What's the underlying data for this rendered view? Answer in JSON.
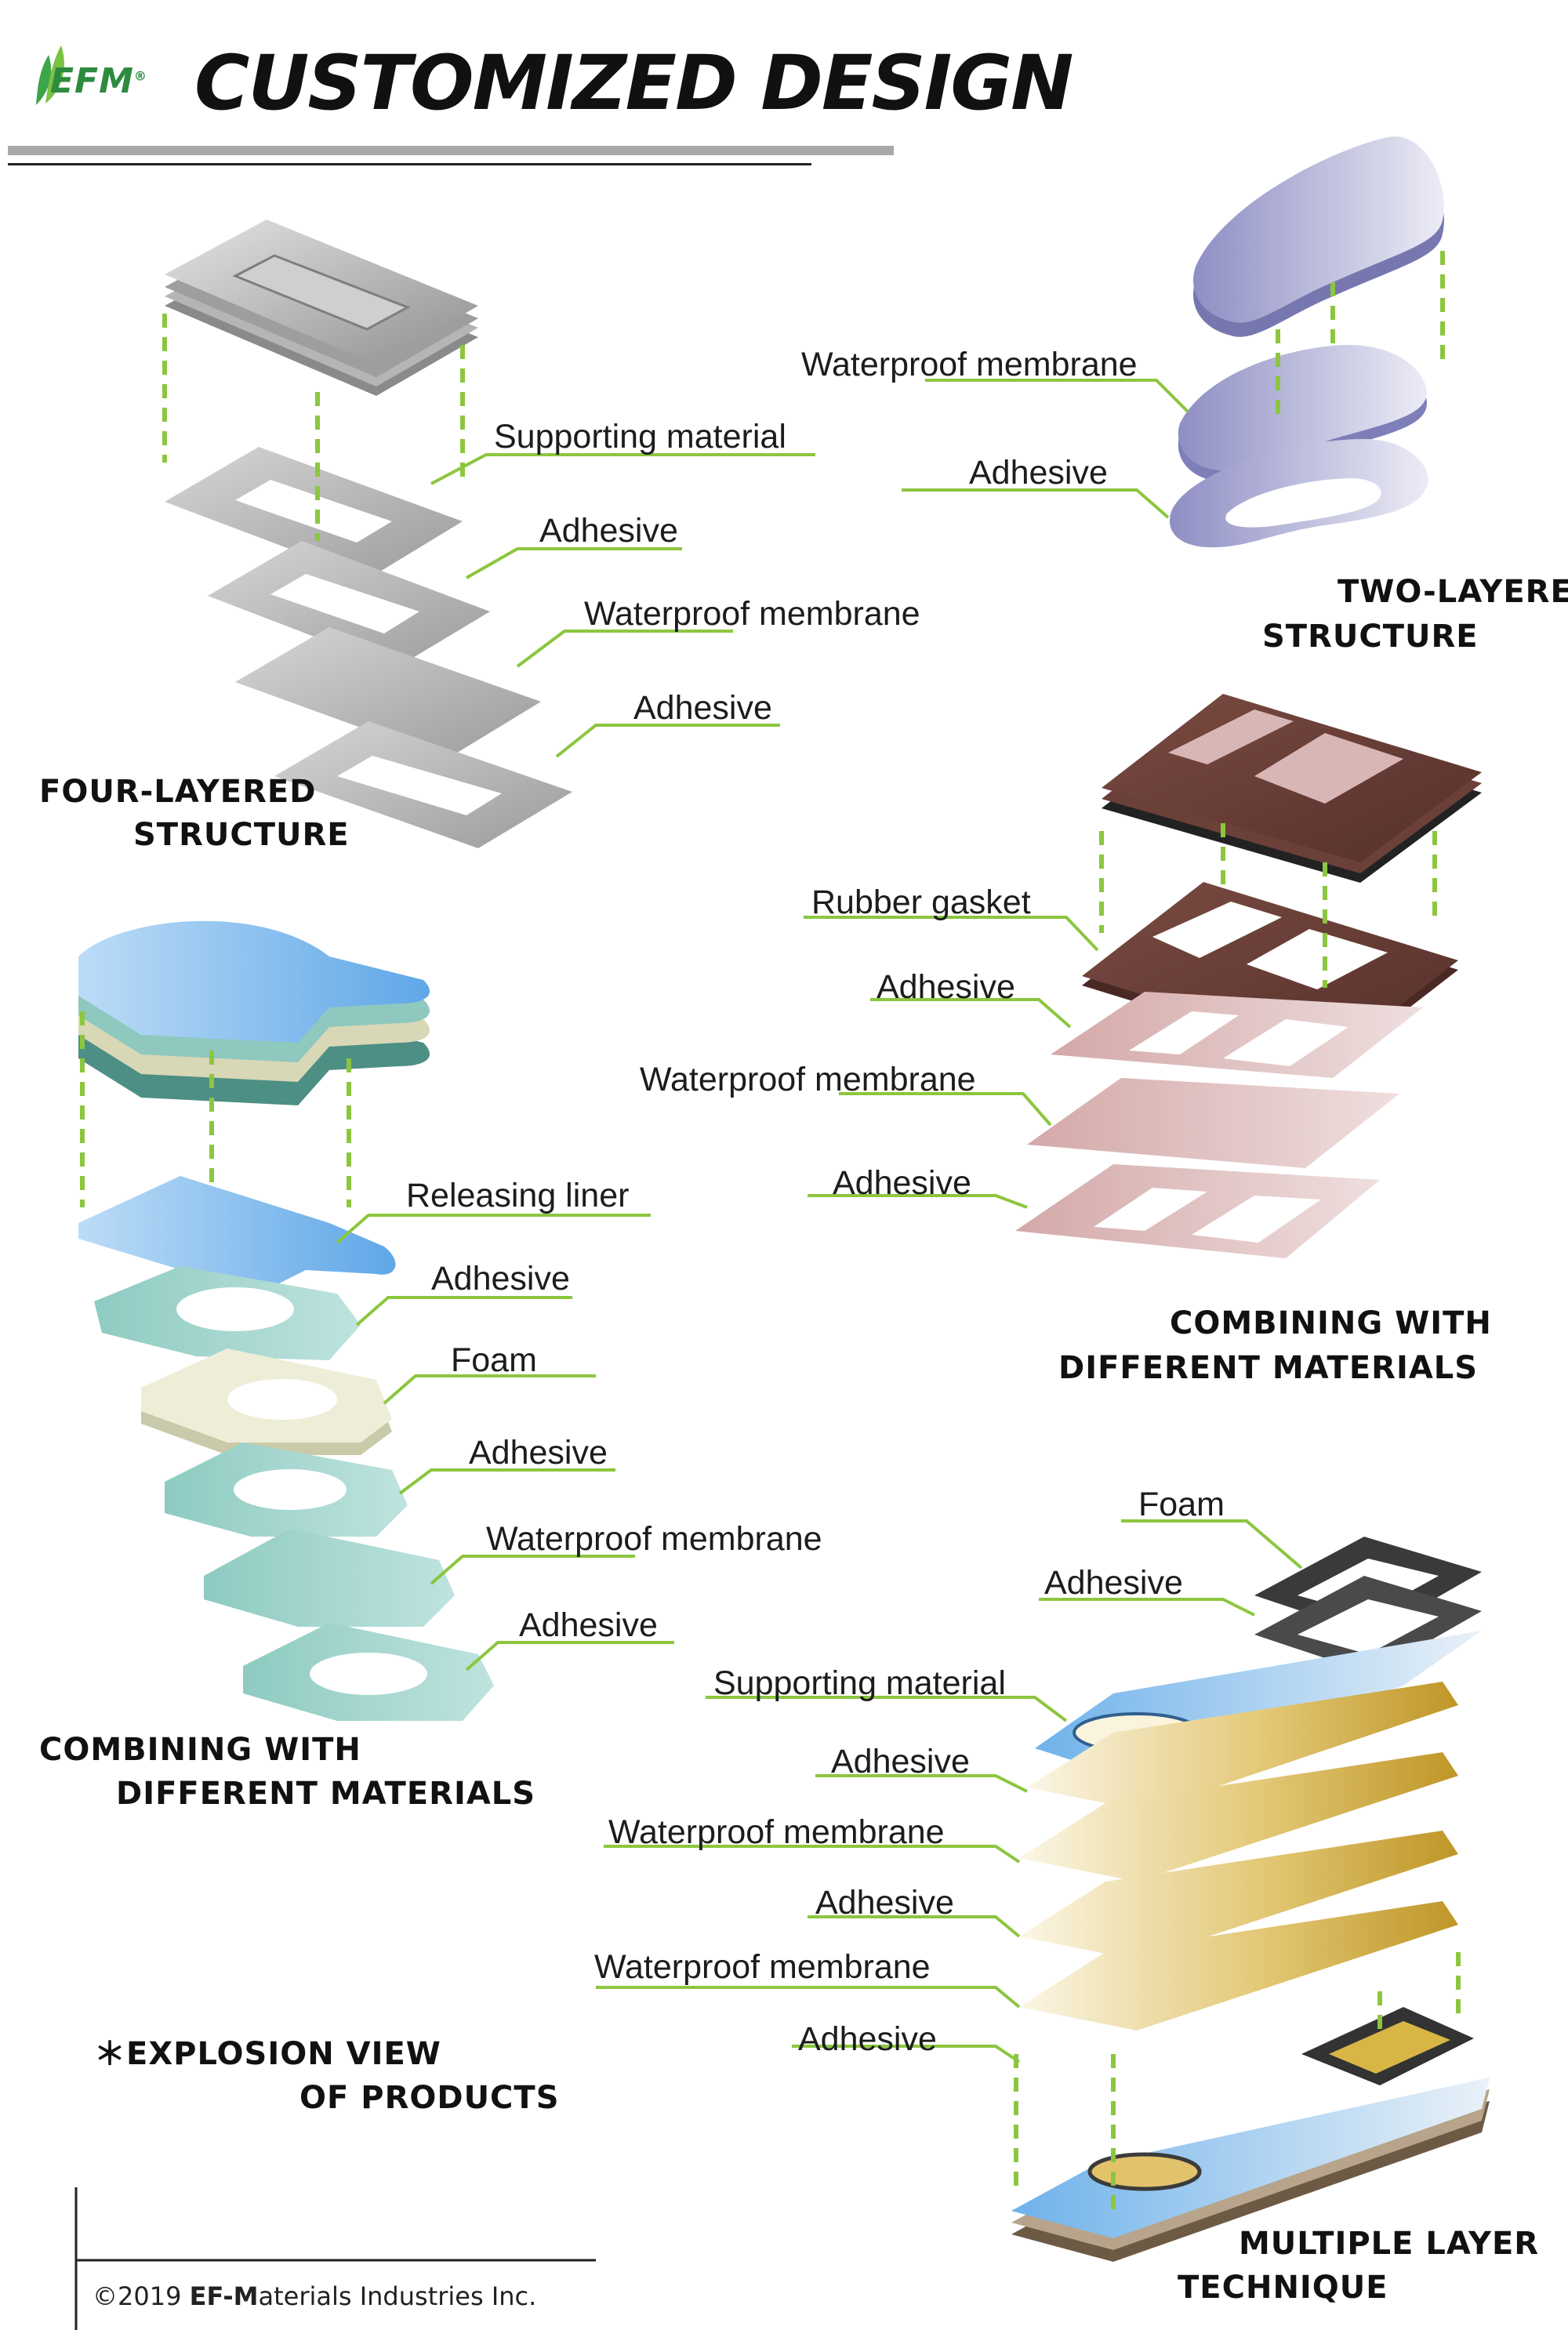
{
  "header": {
    "logo_text": "EFM",
    "registered_mark": "®",
    "title": "CUSTOMIZED DESIGN"
  },
  "colors": {
    "leader_line": "#8cc63f",
    "four_layer_gray": "#a9a9a9",
    "two_layer_purple": "#9a9acb",
    "rubber_brown": "#6b4038",
    "membrane_pink": "#d9b3b3",
    "liner_blue": "#6aafea",
    "adhesive_teal": "#9fd0c9",
    "foam_cream": "#e9ead0",
    "gold": "#c8a02f"
  },
  "sections": {
    "four_layer": {
      "heading_line1": "FOUR-LAYERED",
      "heading_line2": "STRUCTURE",
      "labels": [
        "Supporting material",
        "Adhesive",
        "Waterproof membrane",
        "Adhesive"
      ]
    },
    "two_layer": {
      "heading_line1": "TWO-LAYERED",
      "heading_line2": "STRUCTURE",
      "labels": [
        "Waterproof membrane",
        "Adhesive"
      ]
    },
    "combining_right": {
      "heading_line1": "COMBINING WITH",
      "heading_line2": "DIFFERENT MATERIALS",
      "labels": [
        "Rubber gasket",
        "Adhesive",
        "Waterproof membrane",
        "Adhesive"
      ]
    },
    "combining_left": {
      "heading_line1": "COMBINING WITH",
      "heading_line2": "DIFFERENT MATERIALS",
      "labels": [
        "Releasing liner",
        "Adhesive",
        "Foam",
        "Adhesive",
        "Waterproof membrane",
        "Adhesive"
      ]
    },
    "multiple_layer": {
      "heading_line1": "MULTIPLE LAYER",
      "heading_line2": "TECHNIQUE",
      "labels": [
        "Foam",
        "Adhesive",
        "Supporting material",
        "Adhesive",
        "Waterproof membrane",
        "Adhesive",
        "Waterproof membrane",
        "Adhesive"
      ]
    }
  },
  "note": {
    "line1": "＊EXPLOSION VIEW",
    "line2": "OF PRODUCTS"
  },
  "footer": {
    "copyright_prefix": "©2019 ",
    "company_bold_1": "EF-M",
    "company_rest": "aterials Industries Inc."
  }
}
